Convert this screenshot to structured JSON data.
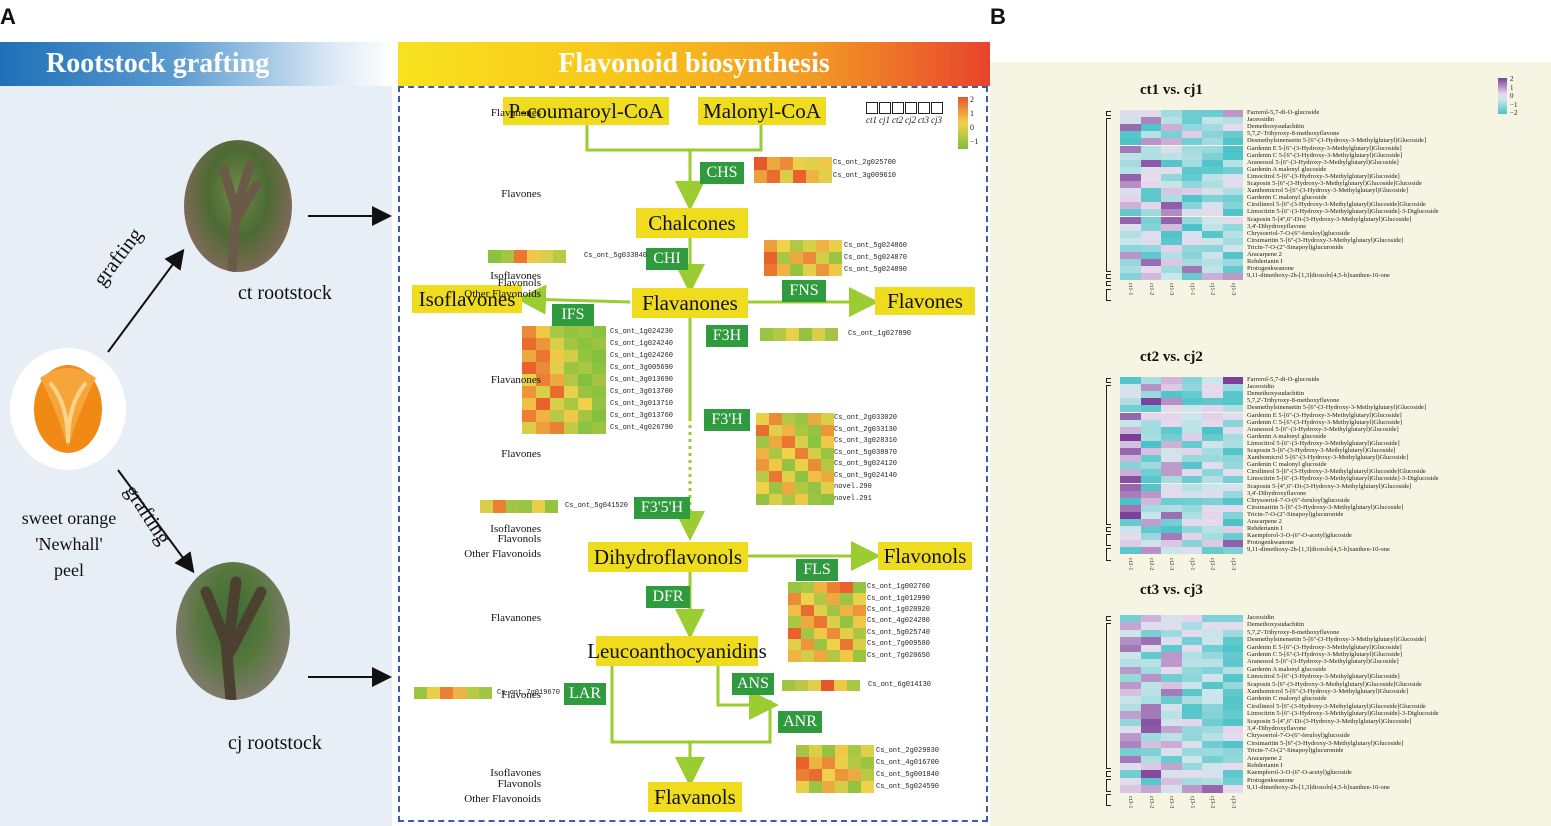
{
  "panels": {
    "a_label": "A",
    "b_label": "B"
  },
  "left": {
    "banner": "Rootstock grafting",
    "grafting_top": "grafting",
    "grafting_bottom": "grafting",
    "ct_label": "ct rootstock",
    "cj_label": "cj rootstock",
    "peel_label": [
      "sweet orange",
      "'Newhall'",
      "peel"
    ],
    "photo_icons": [
      "ct-tree-photo",
      "cj-tree-photo",
      "orange-peel-photo"
    ]
  },
  "pathway": {
    "banner": "Flavonoid biosynthesis",
    "nodes": {
      "pcoumaroyl": "P-coumaroyl-CoA",
      "malonyl": "Malonyl-CoA",
      "chalcones": "Chalcones",
      "isoflavones": "Isoflavones",
      "flavanones": "Flavanones",
      "flavones": "Flavones",
      "dihydroflavonols": "Dihydroflavonols",
      "flavonols": "Flavonols",
      "leucoanthocyanidins": "Leucoanthocyanidins",
      "flavanols": "Flavanols"
    },
    "enzymes": {
      "chs": "CHS",
      "chi": "CHI",
      "ifs": "IFS",
      "fns": "FNS",
      "f3h": "F3H",
      "f3ph": "F3'H",
      "f35h": "F3'5'H",
      "fls": "FLS",
      "dfr": "DFR",
      "ans": "ANS",
      "lar": "LAR",
      "anr": "ANR"
    },
    "sample_labels": [
      "ct1",
      "cj1",
      "ct2",
      "cj2",
      "ct3",
      "cj3"
    ],
    "scale_labels": [
      "2",
      "1",
      "0",
      "−1"
    ],
    "colors": {
      "high": "#e8572a",
      "mid": "#f0d24a",
      "low": "#7cbf3f",
      "node": "#f0dc1e",
      "enzyme": "#2f9a3e",
      "arrow": "#9bcd32"
    },
    "heatmaps": {
      "chs": {
        "genes": [
          "Cs_ont_2g025700",
          "Cs_ont_3g009610"
        ],
        "values": [
          [
            1.8,
            0.9,
            1.2,
            0.4,
            0.3,
            0.6
          ],
          [
            1.0,
            1.5,
            0.2,
            1.6,
            0.8,
            0.3
          ]
        ]
      },
      "chi": {
        "genes": [
          "Cs_ont_5g033840"
        ],
        "values": [
          [
            -0.8,
            -0.5,
            1.4,
            0.6,
            0.2,
            -0.2
          ]
        ]
      },
      "fns": {
        "genes": [
          "Cs_ont_5g024860",
          "Cs_ont_5g024870",
          "Cs_ont_5g024890"
        ],
        "values": [
          [
            1.0,
            0.5,
            -0.3,
            0.2,
            0.8,
            0.4
          ],
          [
            1.6,
            -0.4,
            0.9,
            1.2,
            0.1,
            -0.6
          ],
          [
            1.4,
            0.8,
            -0.7,
            0.3,
            1.1,
            0.6
          ]
        ]
      },
      "ifs": {
        "genes": [
          "Cs_ont_1g024230",
          "Cs_ont_1g024240",
          "Cs_ont_1g024260",
          "Cs_ont_3g005690",
          "Cs_ont_3g013690",
          "Cs_ont_3g013700",
          "Cs_ont_3g013710",
          "Cs_ont_3g013760",
          "Cs_ont_4g026790"
        ],
        "values": [
          [
            1.2,
            0.6,
            -0.4,
            -0.7,
            -0.6,
            -0.8
          ],
          [
            1.5,
            1.1,
            0.2,
            -0.5,
            -0.8,
            -0.6
          ],
          [
            0.9,
            1.4,
            0.6,
            0.1,
            -0.7,
            -0.9
          ],
          [
            1.6,
            1.2,
            0.3,
            -0.6,
            -0.4,
            -0.8
          ],
          [
            0.4,
            1.3,
            0.9,
            -0.3,
            -0.9,
            -0.5
          ],
          [
            1.1,
            0.2,
            1.5,
            0.4,
            -0.6,
            -0.8
          ],
          [
            0.7,
            1.6,
            0.2,
            -0.4,
            0.5,
            -0.7
          ],
          [
            1.3,
            0.8,
            -0.2,
            0.6,
            -0.5,
            -0.9
          ],
          [
            0.2,
            1.0,
            1.3,
            -0.1,
            -0.8,
            -0.6
          ]
        ]
      },
      "f3h": {
        "genes": [
          "Cs_ont_1g027890"
        ],
        "values": [
          [
            -0.6,
            -0.3,
            0.4,
            -0.7,
            0.2,
            -0.5
          ]
        ]
      },
      "f3ph": {
        "genes": [
          "Cs_ont_2g033020",
          "Cs_ont_2g033130",
          "Cs_ont_3g028310",
          "Cs_ont_5g038970",
          "Cs_ont_9g024120",
          "Cs_ont_9g024140",
          "novel.290",
          "novel.291"
        ],
        "values": [
          [
            0.4,
            1.2,
            -0.3,
            -0.6,
            0.9,
            0.2
          ],
          [
            1.5,
            0.3,
            0.8,
            -0.4,
            -0.7,
            1.1
          ],
          [
            -0.5,
            0.9,
            1.4,
            0.2,
            -0.8,
            0.6
          ],
          [
            0.8,
            -0.4,
            0.5,
            1.3,
            0.1,
            -0.6
          ],
          [
            1.1,
            0.6,
            -0.7,
            0.4,
            1.2,
            -0.3
          ],
          [
            -0.2,
            1.4,
            0.3,
            -0.8,
            0.7,
            0.9
          ],
          [
            0.5,
            -0.6,
            0.9,
            -0.3,
            -0.7,
            0.3
          ],
          [
            -0.7,
            0.2,
            -0.4,
            0.6,
            -0.6,
            -0.8
          ]
        ]
      },
      "f35h": {
        "genes": [
          "Cs_ont_5g041520"
        ],
        "values": [
          [
            0.2,
            1.3,
            -0.5,
            -0.6,
            0.4,
            -0.7
          ]
        ]
      },
      "fls": {
        "genes": [
          "Cs_ont_1g002760",
          "Cs_ont_1g012990",
          "Cs_ont_1g020920",
          "Cs_ont_4g024280",
          "Cs_ont_5g025740",
          "Cs_ont_7g009580",
          "Cs_ont_7g020650"
        ],
        "values": [
          [
            -0.6,
            -0.4,
            0.8,
            1.3,
            1.6,
            -0.7
          ],
          [
            1.2,
            0.5,
            -0.3,
            0.9,
            -0.6,
            0.4
          ],
          [
            0.7,
            1.5,
            0.3,
            -0.5,
            0.8,
            1.1
          ],
          [
            -0.4,
            0.9,
            1.4,
            0.2,
            -0.7,
            0.6
          ],
          [
            1.6,
            -0.5,
            0.6,
            1.2,
            0.3,
            -0.4
          ],
          [
            0.3,
            1.1,
            -0.6,
            0.5,
            1.4,
            0.2
          ],
          [
            0.8,
            0.1,
            0.9,
            -0.3,
            0.6,
            -0.6
          ]
        ]
      },
      "ans": {
        "genes": [
          "Cs_ont_6g014130"
        ],
        "values": [
          [
            -0.5,
            -0.2,
            0.3,
            1.7,
            0.6,
            -0.4
          ]
        ]
      },
      "lar": {
        "genes": [
          "Cs_ont_7g019670"
        ],
        "values": [
          [
            -0.6,
            0.4,
            1.3,
            0.8,
            -0.2,
            -0.5
          ]
        ]
      },
      "anr": {
        "genes": [
          "Cs_ont_2g029030",
          "Cs_ont_4g016700",
          "Cs_ont_5g001840",
          "Cs_ont_5g024590"
        ],
        "values": [
          [
            -0.5,
            0.2,
            -0.7,
            0.6,
            -0.4,
            0.3
          ],
          [
            1.6,
            0.8,
            1.2,
            0.4,
            -0.3,
            -0.6
          ],
          [
            1.3,
            1.5,
            0.5,
            1.1,
            0.9,
            -0.2
          ],
          [
            0.4,
            -0.6,
            0.9,
            0.1,
            -0.7,
            0.5
          ]
        ]
      }
    }
  },
  "heatmaps_b": {
    "legend": [
      "2",
      "1",
      "0",
      "−1",
      "−2"
    ],
    "colors": {
      "high": "#7b3f98",
      "mid": "#e8d9ee",
      "zero": "#c9e6ea",
      "low": "#4cc3c8"
    },
    "blocks": [
      {
        "title": "ct1 vs. cj1",
        "cols": [
          "ct1-1",
          "ct1-2",
          "ct1-3",
          "cj1-1",
          "cj1-2",
          "cj1-3"
        ],
        "classes": [
          {
            "name": "Flavanones",
            "start": 0,
            "end": 0
          },
          {
            "name": "Flavones",
            "start": 1,
            "end": 22
          },
          {
            "name": "Isoflavones",
            "start": 23,
            "end": 23
          },
          {
            "name": "Flavonols",
            "start": 24,
            "end": 24
          },
          {
            "name": "Other Flavonoids",
            "start": 25,
            "end": 26
          }
        ],
        "rows": [
          "Farrerol-5,7-di-O-glucoside",
          "Jaceosidin",
          "Demethoxysudachitin",
          "5,7,2'-Trihyroxy-8-methoxyflavone",
          "Desmethylsinensetin 5-[6''-(3-Hydroxy-3-Methylglutaryl)Glucoside]",
          "Gardenin E 5-[6''-(3-Hydroxy-3-Methylglutaryl)Glucoside]",
          "Gardenin C 5-[6''-(3-Hydroxy-3-Methylglutaryl)Glucoside]",
          "Araneosol 5-[6''-(3-Hydroxy-3-Methylglutaryl)Glucoside]",
          "Gardenin A malonyl glucoside",
          "Limocitrol 5-[6''-(3-Hydroxy-3-Methylglutaryl)Glucoside]",
          "Scaposin 5-[6''-(3-Hydroxy-3-Methylglutaryl)Glucoside]Glucoside",
          "Xanthomicrol 5-[6''-(3-Hydroxy-3-Methylglutaryl)Glucoside]",
          "Gardenin C malonyl glucoside",
          "Cirsilineol 5-[6''-(3-Hydroxy-3-Methylglutaryl)Glucoside]Glucoside",
          "Limocitrin 5-[6''-(3-Hydroxy-3-Methylglutaryl)Glucoside]-3-Diglucoside",
          "Scaposin 5-[4'',6''-Di-(3-Hydroxy-3-Methylglutaryl)Glucoside]",
          "3,4'-Dihydroxyflavone",
          "Chrysoeriol-7-O-(6''-feruloyl)glucoside",
          "Cirsimaritin 5-[6''-(3-Hydroxy-3-Methylglutaryl)Glucoside]",
          "Tricin-7-O-(2''-Sinapoyl)glucuronide",
          "Aracarpene 2",
          "Rehderianin I",
          "Protogenkwanone",
          "9,11-dimethoxy-2h-[1,3]dioxolo[4,5-b]xanthen-10-one"
        ]
      },
      {
        "title": "ct2 vs. cj2",
        "cols": [
          "ct2-1",
          "ct2-2",
          "ct2-3",
          "cj2-1",
          "cj2-2",
          "cj2-3"
        ],
        "classes": [
          {
            "name": "Flavanones",
            "start": 0,
            "end": 0
          },
          {
            "name": "Flavones",
            "start": 1,
            "end": 20
          },
          {
            "name": "Isoflavones",
            "start": 21,
            "end": 21
          },
          {
            "name": "Flavonols",
            "start": 22,
            "end": 23
          },
          {
            "name": "Other Flavonoids",
            "start": 24,
            "end": 25
          }
        ],
        "rows": [
          "Farrerol-5,7-di-O-glucoside",
          "Jaceosidin",
          "Demethoxysudachitin",
          "5,7,2'-Trihyroxy-8-methoxyflavone",
          "Desmethylsinensetin 5-[6''-(3-Hydroxy-3-Methylglutaryl)Glucoside]",
          "Gardenin E 5-[6''-(3-Hydroxy-3-Methylglutaryl)Glucoside]",
          "Gardenin C 5-[6''-(3-Hydroxy-3-Methylglutaryl)Glucoside]",
          "Araneosol 5-[6''-(3-Hydroxy-3-Methylglutaryl)Glucoside]",
          "Gardenin A malonyl glucoside",
          "Limocitrol 5-[6''-(3-Hydroxy-3-Methylglutaryl)Glucoside]",
          "Scaposin 5-[6''-(3-Hydroxy-3-Methylglutaryl)Glucoside]",
          "Xanthomicrol 5-[6''-(3-Hydroxy-3-Methylglutaryl)Glucoside]",
          "Gardenin C malonyl glucoside",
          "Cirsilineol 5-[6''-(3-Hydroxy-3-Methylglutaryl)Glucoside]Glucoside",
          "Limocitrin 5-[6''-(3-Hydroxy-3-Methylglutaryl)Glucoside]-3-Diglucoside",
          "Scaposin 5-[4'',6''-Di-(3-Hydroxy-3-Methylglutaryl)Glucoside]",
          "3,4'-Dihydroxyflavone",
          "Chrysoeriol-7-O-(6''-feruloyl)glucoside",
          "Cirsimaritin 5-[6''-(3-Hydroxy-3-Methylglutaryl)Glucoside]",
          "Tricin-7-O-(2''-Sinapoyl)glucuronide",
          "Aracarpene 2",
          "Rehderianin I",
          "Kaempferol-3-O-(6''-O-acetyl)glucoside",
          "Protogenkwanone",
          "9,11-dimethoxy-2h-[1,3]dioxolo[4,5-b]xanthen-10-one"
        ]
      },
      {
        "title": "ct3 vs. cj3",
        "cols": [
          "ct3-1",
          "ct3-2",
          "ct3-3",
          "cj3-1",
          "cj3-2",
          "cj3-3"
        ],
        "classes": [
          {
            "name": "Flavanones",
            "start": 0,
            "end": 0
          },
          {
            "name": "Flavones",
            "start": 1,
            "end": 20
          },
          {
            "name": "Isoflavones",
            "start": 21,
            "end": 21
          },
          {
            "name": "Flavonols",
            "start": 22,
            "end": 23
          },
          {
            "name": "Other Flavonoids",
            "start": 24,
            "end": 25
          }
        ],
        "rows": [
          "Jaceosidin",
          "Demethoxysudachitin",
          "5,7,2'-Trihyroxy-8-methoxyflavone",
          "Desmethylsinensetin 5-[6''-(3-Hydroxy-3-Methylglutaryl)Glucoside]",
          "Gardenin E 5-[6''-(3-Hydroxy-3-Methylglutaryl)Glucoside]",
          "Gardenin C 5-[6''-(3-Hydroxy-3-Methylglutaryl)Glucoside]",
          "Araneosol 5-[6''-(3-Hydroxy-3-Methylglutaryl)Glucoside]",
          "Gardenin A malonyl glucoside",
          "Limocitrol 5-[6''-(3-Hydroxy-3-Methylglutaryl)Glucoside]",
          "Scaposin 5-[6''-(3-Hydroxy-3-Methylglutaryl)Glucoside]Glucoside",
          "Xanthomicrol 5-[6''-(3-Hydroxy-3-Methylglutaryl)Glucoside]",
          "Gardenin C malonyl glucoside",
          "Cirsilineol 5-[6''-(3-Hydroxy-3-Methylglutaryl)Glucoside]Glucoside",
          "Limocitrin 5-[6''-(3-Hydroxy-3-Methylglutaryl)Glucoside]-3-Diglucoside",
          "Scaposin 5-[4'',6''-Di-(3-Hydroxy-3-Methylglutaryl)Glucoside]",
          "3,4'-Dihydroxyflavone",
          "Chrysoeriol-7-O-(6''-feruloyl)glucoside",
          "Cirsimaritin 5-[6''-(3-Hydroxy-3-Methylglutaryl)Glucoside]",
          "Tricin-7-O-(2''-Sinapoyl)glucuronide",
          "Aracarpene 2",
          "Rehderianin I",
          "Kaempferol-3-O-(6''-O-acetyl)glucoside",
          "Protogenkwanone",
          "9,11-dimethoxy-2h-[1,3]dioxolo[4,5-b]xanthen-10-one"
        ]
      }
    ]
  }
}
